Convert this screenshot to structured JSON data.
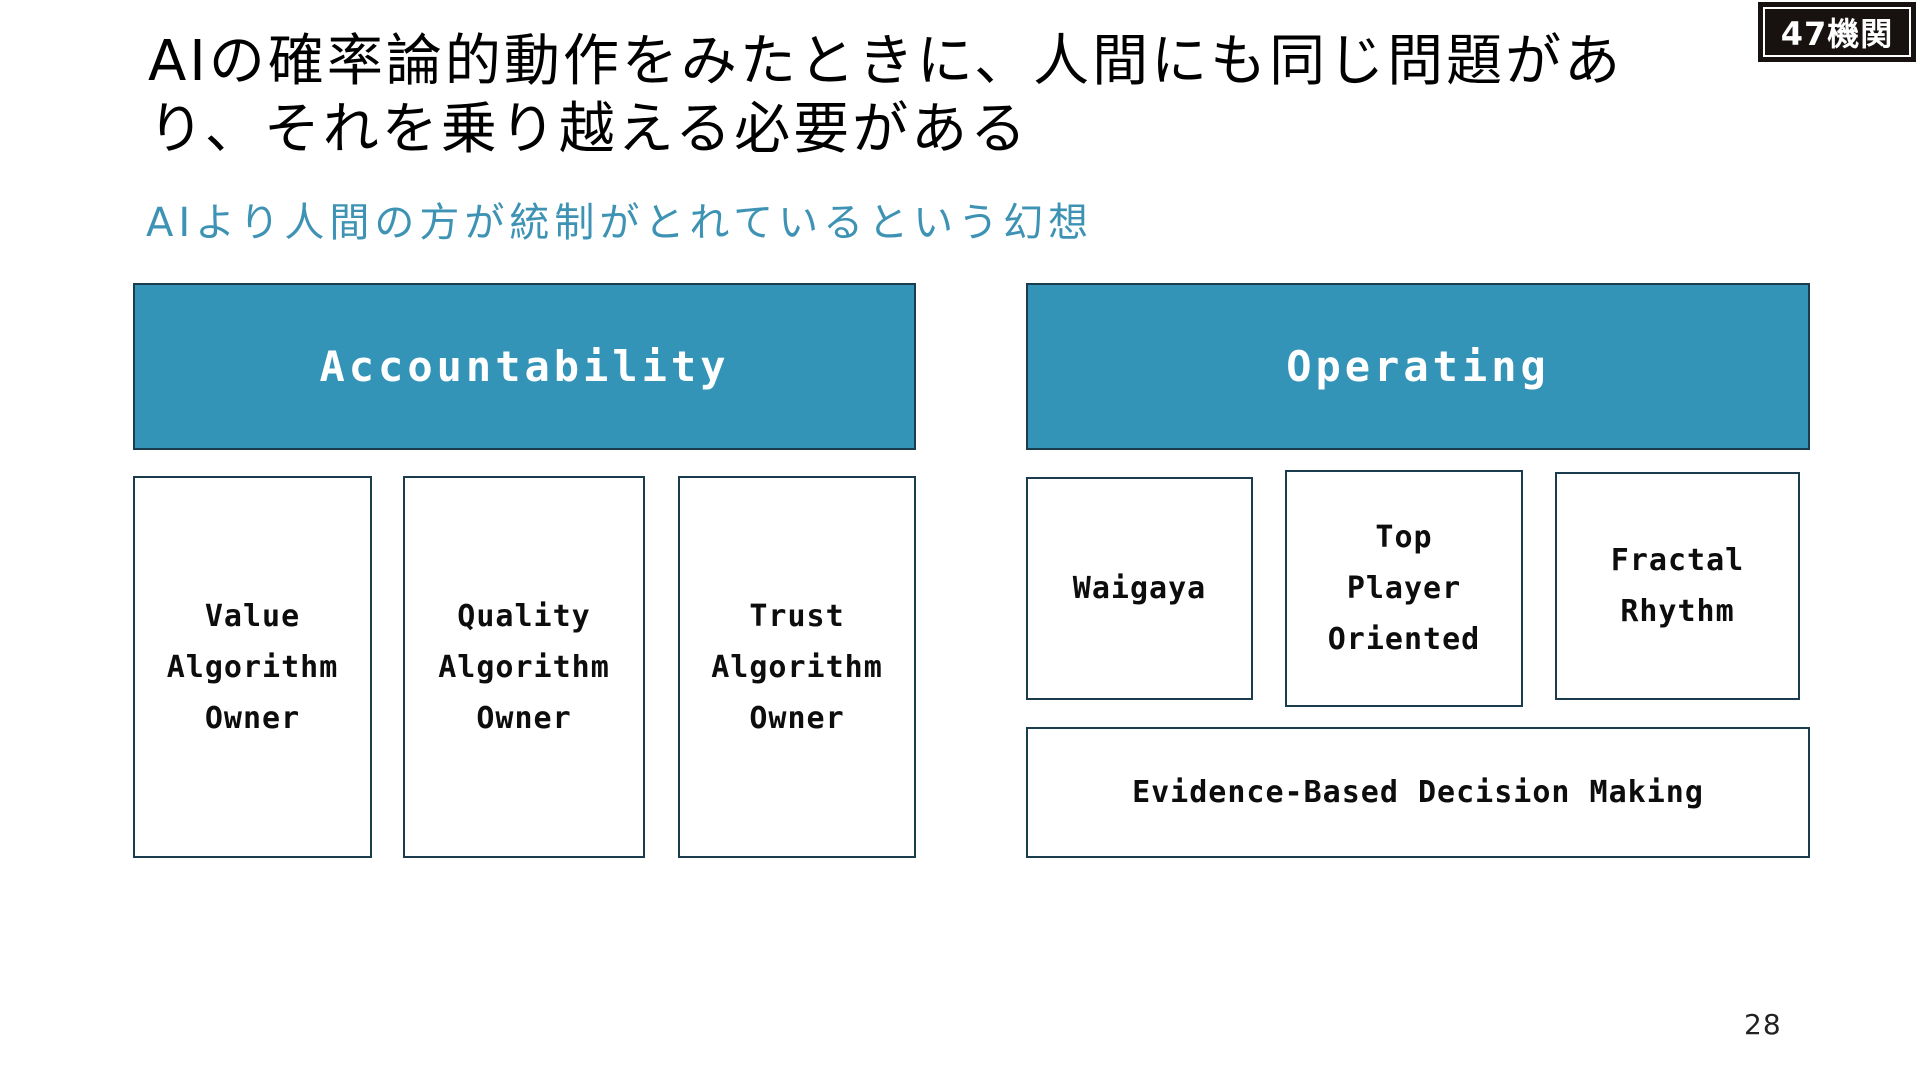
{
  "slide": {
    "title_line1": "AIの確率論的動作をみたときに、人間にも同じ問題があ",
    "title_line2": "り、それを乗り越える必要がある",
    "subtitle": "AIより人間の方が統制がとれているという幻想",
    "page_number": "28",
    "logo_text": "47機関"
  },
  "colors": {
    "accent_teal_fill": "#3494b8",
    "border_dark_teal": "#1b3c4c",
    "subtitle_teal": "#3e93b4",
    "logo_background": "#171210",
    "title_text": "#000000",
    "box_text": "#0d0d0d"
  },
  "diagram": {
    "left_group": {
      "header": "Accountability",
      "items": [
        "Value\nAlgorithm\nOwner",
        "Quality\nAlgorithm\nOwner",
        "Trust\nAlgorithm\nOwner"
      ]
    },
    "right_group": {
      "header": "Operating",
      "items": [
        "Waigaya",
        "Top\nPlayer\nOriented",
        "Fractal\nRhythm"
      ],
      "footer_item": "Evidence-Based Decision Making"
    }
  }
}
